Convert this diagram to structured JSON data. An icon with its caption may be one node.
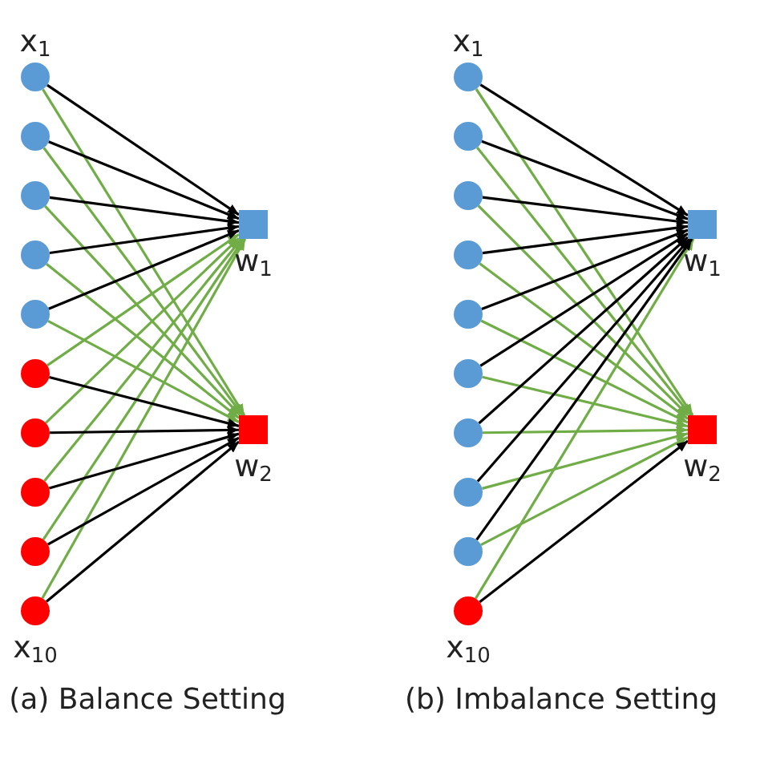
{
  "diagram": {
    "nodes": [
      {
        "text": [
          "x$_{1}$"
        ]
      },
      {
        "text": [],
        "shape": "circle"
      },
      {
        "text": [],
        "shape": "circle"
      },
      {
        "text": [],
        "shape": "circle"
      },
      {
        "text": [],
        "shape": "circle"
      },
      {
        "text": [],
        "shape": "circle"
      },
      {
        "text": [],
        "shape": "circle"
      },
      {
        "text": [],
        "shape": "circle"
      },
      {
        "text": [],
        "shape": "circle"
      },
      {
        "text": [
          "x$_{10}$"
        ]
      },
      {
        "text": [
          "w$_{1}$"
        ]
      },
      {
        "text": [
          "w$_{2}$"
        ]
      },
      {
        "text": [
          "x$_{1}$"
        ]
      },
      {
        "text": [],
        "shape": "circle"
      },
      {
        "text": [],
        "shape": "circle"
      },
      {
        "text": [],
        "shape": "circle"
      },
      {
        "text": [],
        "shape": "circle"
      },
      {
        "text": [],
        "shape": "circle"
      },
      {
        "text": [],
        "shape": "circle"
      },
      {
        "text": [],
        "shape": "circle"
      },
      {
        "text": [],
        "shape": "circle"
      },
      {
        "text": [
          "x$_{10}$"
        ]
      },
      {
        "text": [
          "w$_{1}$"
        ]
      },
      {
        "text": [
          "w$_{2}$"
        ]
      }
    ],
    "edges": [
      {
        "from": 0,
        "to": 11,
        "arrow": "to",
        "color": "#70ad47"
      },
      {
        "from": 1,
        "to": 11,
        "arrow": "to",
        "color": "#70ad47"
      },
      {
        "from": 2,
        "to": 11,
        "arrow": "to",
        "color": "#70ad47"
      },
      {
        "from": 3,
        "to": 11,
        "arrow": "to",
        "color": "#70ad47"
      },
      {
        "from": 4,
        "to": 11,
        "arrow": "to",
        "color": "#70ad47"
      },
      {
        "from": 5,
        "to": 10,
        "arrow": "to",
        "color": "#70ad47"
      },
      {
        "from": 6,
        "to": 10,
        "arrow": "to",
        "color": "#70ad47"
      },
      {
        "from": 7,
        "to": 10,
        "arrow": "to",
        "color": "#70ad47"
      },
      {
        "from": 8,
        "to": 10,
        "arrow": "to",
        "color": "#70ad47"
      },
      {
        "from": 9,
        "to": 10,
        "arrow": "to",
        "color": "#70ad47"
      },
      {
        "from": 0,
        "to": 10,
        "arrow": "to",
        "color": "#000000"
      },
      {
        "from": 1,
        "to": 10,
        "arrow": "to",
        "color": "#000000"
      },
      {
        "from": 2,
        "to": 10,
        "arrow": "to",
        "color": "#000000"
      },
      {
        "from": 3,
        "to": 10,
        "arrow": "to",
        "color": "#000000"
      },
      {
        "from": 4,
        "to": 10,
        "arrow": "to",
        "color": "#000000"
      },
      {
        "from": 5,
        "to": 11,
        "arrow": "to",
        "color": "#000000"
      },
      {
        "from": 6,
        "to": 11,
        "arrow": "to",
        "color": "#000000"
      },
      {
        "from": 7,
        "to": 11,
        "arrow": "to",
        "color": "#000000"
      },
      {
        "from": 8,
        "to": 11,
        "arrow": "to",
        "color": "#000000"
      },
      {
        "from": 9,
        "to": 11,
        "arrow": "to",
        "color": "#000000"
      },
      {
        "from": 12,
        "to": 23,
        "arrow": "to",
        "color": "#70ad47"
      },
      {
        "from": 13,
        "to": 23,
        "arrow": "to",
        "color": "#70ad47"
      },
      {
        "from": 14,
        "to": 23,
        "arrow": "to",
        "color": "#70ad47"
      },
      {
        "from": 15,
        "to": 23,
        "arrow": "to",
        "color": "#70ad47"
      },
      {
        "from": 16,
        "to": 23,
        "arrow": "to",
        "color": "#70ad47"
      },
      {
        "from": 17,
        "to": 23,
        "arrow": "to",
        "color": "#70ad47"
      },
      {
        "from": 18,
        "to": 23,
        "arrow": "to",
        "color": "#70ad47"
      },
      {
        "from": 19,
        "to": 23,
        "arrow": "to",
        "color": "#70ad47"
      },
      {
        "from": 20,
        "to": 23,
        "arrow": "to",
        "color": "#70ad47"
      },
      {
        "from": 21,
        "to": 22,
        "arrow": "to",
        "color": "#70ad47"
      },
      {
        "from": 12,
        "to": 22,
        "arrow": "to",
        "color": "#000000"
      },
      {
        "from": 13,
        "to": 22,
        "arrow": "to",
        "color": "#000000"
      },
      {
        "from": 14,
        "to": 22,
        "arrow": "to",
        "color": "#000000"
      },
      {
        "from": 15,
        "to": 22,
        "arrow": "to",
        "color": "#000000"
      },
      {
        "from": 16,
        "to": 22,
        "arrow": "to",
        "color": "#000000"
      },
      {
        "from": 17,
        "to": 22,
        "arrow": "to",
        "color": "#000000"
      },
      {
        "from": 18,
        "to": 22,
        "arrow": "to",
        "color": "#000000"
      },
      {
        "from": 19,
        "to": 22,
        "arrow": "to",
        "color": "#000000"
      },
      {
        "from": 20,
        "to": 22,
        "arrow": "to",
        "color": "#000000"
      },
      {
        "from": 21,
        "to": 23,
        "arrow": "to",
        "color": "#000000"
      }
    ],
    "labels": [
      "(a) Balance Setting",
      "(b) Imbalance Setting"
    ]
  }
}
